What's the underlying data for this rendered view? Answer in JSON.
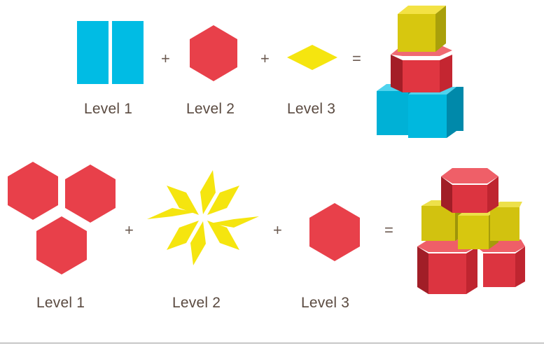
{
  "row1": {
    "labels": [
      "Level 1",
      "Level 2",
      "Level 3"
    ],
    "operators": [
      "+",
      "+",
      "="
    ]
  },
  "row2": {
    "labels": [
      "Level 1",
      "Level 2",
      "Level 3"
    ],
    "operators": [
      "+",
      "+",
      "="
    ]
  },
  "colors": {
    "blue": "#00bce4",
    "red": "#e8404a",
    "yellow": "#f5e50f",
    "text": "#5a4a40"
  }
}
